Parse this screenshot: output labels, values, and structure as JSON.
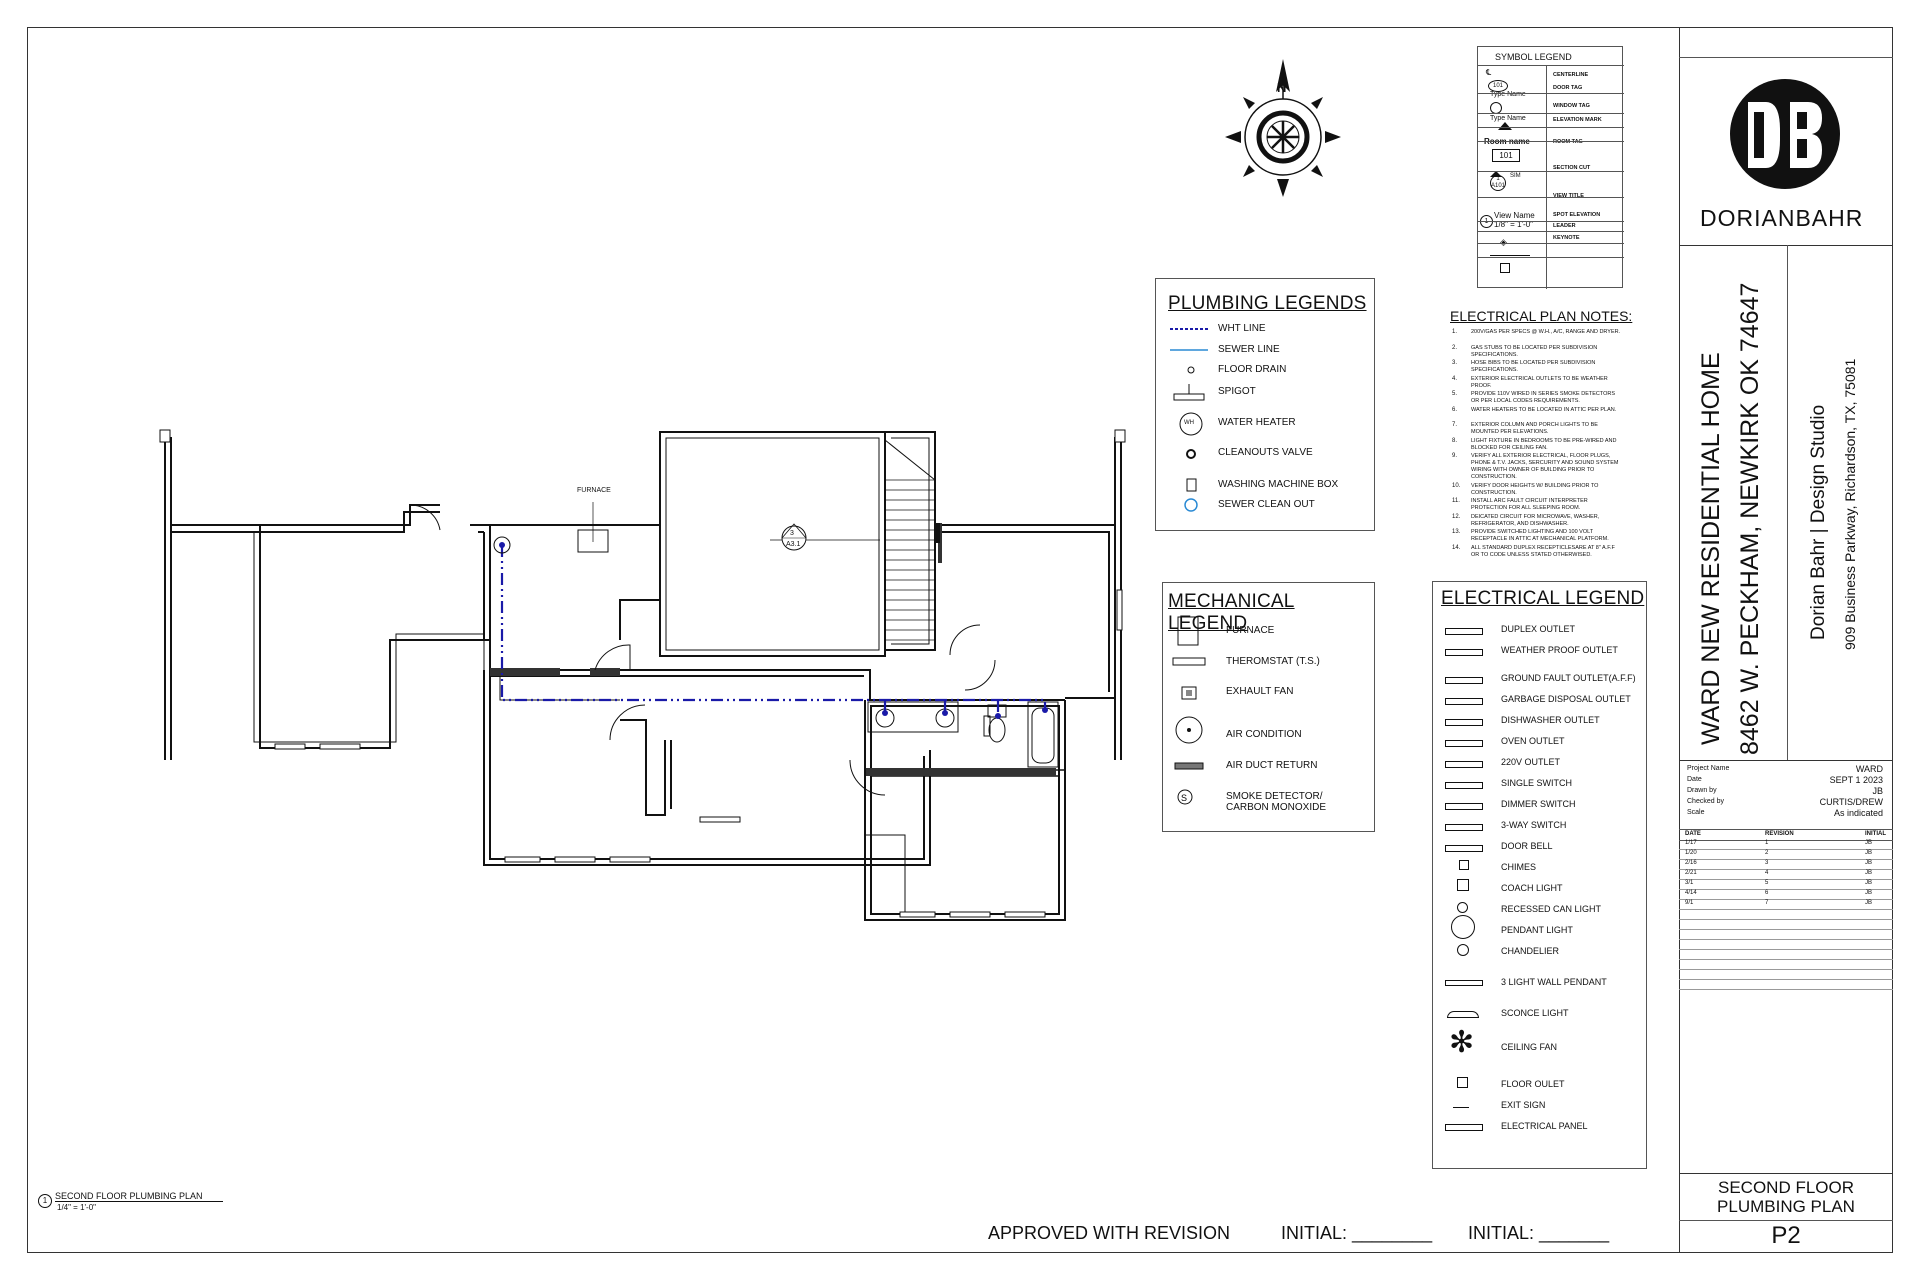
{
  "sheet": {
    "company": "DORIANBAHR",
    "project_title": "WARD NEW RESIDENTIAL HOME",
    "project_address": "8462 W. PECKHAM, NEWKIRK OK 74647",
    "studio_name": "Dorian Bahr | Design Studio",
    "studio_address": "909 Business Parkway, Richardson, TX, 75081",
    "sheet_title_line1": "SECOND FLOOR",
    "sheet_title_line2": "PLUMBING PLAN",
    "sheet_number": "P2"
  },
  "project_info": [
    {
      "label": "Project Name",
      "value": "WARD"
    },
    {
      "label": "Date",
      "value": "SEPT 1 2023"
    },
    {
      "label": "Drawn by",
      "value": "JB"
    },
    {
      "label": "Checked by",
      "value": "CURTIS/DREW"
    },
    {
      "label": "Scale",
      "value": "As indicated"
    }
  ],
  "revisions": {
    "headers": [
      "DATE",
      "REVISION",
      "INITIAL"
    ],
    "rows": [
      [
        "1/17",
        "1",
        "JB"
      ],
      [
        "1/20",
        "2",
        "JB"
      ],
      [
        "2/16",
        "3",
        "JB"
      ],
      [
        "2/21",
        "4",
        "JB"
      ],
      [
        "3/1",
        "5",
        "JB"
      ],
      [
        "4/14",
        "6",
        "JB"
      ],
      [
        "9/1",
        "7",
        "JB"
      ]
    ]
  },
  "symbol_legend": {
    "title": "SYMBOL LEGEND",
    "items": [
      "CENTERLINE",
      "DOOR TAG",
      "WINDOW TAG",
      "ELEVATION MARK",
      "ROOM TAG",
      "SECTION CUT",
      "VIEW TITLE",
      "SPOT ELEVATION",
      "LEADER",
      "KEYNOTE"
    ],
    "symbol_texts": {
      "door_tag_num": "101",
      "type_name": "Type Name",
      "room_name": "Room name",
      "room_num": "101",
      "section_num": "1",
      "section_sheet": "A101",
      "section_sim": "SIM",
      "view_num": "1",
      "view_name": "View Name",
      "view_scale": "1/8\" = 1'-0\""
    }
  },
  "plumbing_legend": {
    "title": "PLUMBING LEGENDS",
    "items": [
      "WHT LINE",
      "SEWER LINE",
      "FLOOR DRAIN",
      "SPIGOT",
      "WATER HEATER",
      "CLEANOUTS VALVE",
      "WASHING MACHINE BOX",
      "SEWER  CLEAN OUT"
    ],
    "wh_symbol": "WH"
  },
  "mechanical_legend": {
    "title": "MECHANICAL LEGEND",
    "items": [
      "FURNACE",
      "THEROMSTAT (T.S.)",
      "EXHAULT FAN",
      "AIR CONDITION",
      "AIR DUCT RETURN",
      "SMOKE DETECTOR/",
      "CARBON MONOXIDE"
    ]
  },
  "electrical_notes": {
    "title": "ELECTRICAL PLAN NOTES:",
    "notes": [
      {
        "n": "1.",
        "t": "200V/GAS PER SPECS @ W.H., A/C, RANGE AND DRYER."
      },
      {
        "n": "2.",
        "t": "GAS STUBS TO BE LOCATED PER SUBDIVISION SPECIFICATIONS."
      },
      {
        "n": "3.",
        "t": "HOSE BIBS TO BE LOCATED PER SUBDIVISION SPECIFICATIONS."
      },
      {
        "n": "4.",
        "t": "EXTERIOR ELECTRICAL OUTLETS TO BE WEATHER PROOF."
      },
      {
        "n": "5.",
        "t": "PROVIDE 110V WIRED IN SERIES SMOKE DETECTORS OR PER LOCAL CODES REQUIREMENTS."
      },
      {
        "n": "6.",
        "t": "WATER HEATERS TO BE LOCATED IN ATTIC PER PLAN."
      },
      {
        "n": "7.",
        "t": "EXTERIOR COLUMN AND PORCH LIGHTS TO BE MOUNTED PER ELEVATIONS."
      },
      {
        "n": "8.",
        "t": "LIGHT FIXTURE IN BEDROOMS TO BE PRE-WIRED AND BLOCKED FOR CEILING FAN."
      },
      {
        "n": "9.",
        "t": "VERIFY ALL EXTERIOR ELECTRICAL, FLOOR PLUGS, PHONE & T.V. JACKS, SERCURITY AND SOUND SYSTEM WIRING WITH OWNER OF BUILDING PRIOR TO CONSTRUCTION."
      },
      {
        "n": "10.",
        "t": "VERIFY DOOR HEIGHTS W/ BUILDING PRIOR TO CONSTRUCTION."
      },
      {
        "n": "11.",
        "t": "INSTALL ARC FAULT CIRCUIT INTERPRETER PROTECTION FOR ALL SLEEPING ROOM."
      },
      {
        "n": "12.",
        "t": "DEICATED CIRCUIT FOR MICROWAVE, WASHER, REFRIGERATOR, AND DISHWASHER."
      },
      {
        "n": "13.",
        "t": "PROVIDE SWITCHED LIGHTING AND 100 VOLT RECEPTACLE IN ATTIC AT MECHANICAL PLATFORM."
      },
      {
        "n": "14.",
        "t": "ALL STANDARD DUPLEX RECEPTICLESARE AT 8\" A.F.F OR TO CODE UNLESS STATED OTHERWISED."
      }
    ]
  },
  "electrical_legend": {
    "title": "ELECTRICAL LEGEND",
    "items": [
      "DUPLEX OUTLET",
      "WEATHER PROOF OUTLET",
      "GROUND FAULT OUTLET(A.F.F)",
      "GARBAGE DISPOSAL OUTLET",
      "DISHWASHER OUTLET",
      "OVEN OUTLET",
      "220V OUTLET",
      "SINGLE SWITCH",
      "DIMMER SWITCH",
      "3-WAY SWITCH",
      "DOOR BELL",
      "CHIMES",
      "COACH LIGHT",
      "RECESSED CAN LIGHT",
      "PENDANT LIGHT",
      "CHANDELIER",
      "3 LIGHT WALL PENDANT",
      "SCONCE LIGHT",
      "CEILING FAN",
      "FLOOR OULET",
      "EXIT SIGN",
      "ELECTRICAL PANEL"
    ]
  },
  "plan": {
    "furnace_label": "FURNACE",
    "section_num": "3",
    "section_sheet": "A3.1",
    "view_number": "1",
    "view_title": "SECOND FLOOR PLUMBING PLAN",
    "view_scale": "1/4\" = 1'-0\""
  },
  "compass": {
    "north": "N"
  },
  "approval": {
    "approved": "APPROVED WITH REVISION",
    "initial1": "INITIAL: ________",
    "initial2": "INITIAL: _______"
  },
  "colors": {
    "wht_line": "#1a1aa8",
    "sewer_line": "#2a8ad4"
  }
}
